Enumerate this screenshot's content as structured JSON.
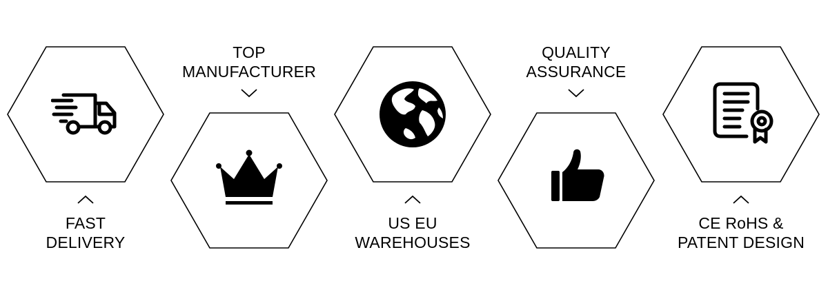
{
  "features": [
    {
      "id": "fast-delivery",
      "label_lines": [
        "FAST",
        "DELIVERY"
      ],
      "icon": "delivery-truck-icon",
      "chevron": "up"
    },
    {
      "id": "top-manufacturer",
      "label_lines": [
        "TOP",
        "MANUFACTURER"
      ],
      "icon": "crown-icon",
      "chevron": "down"
    },
    {
      "id": "us-eu-warehouses",
      "label_lines": [
        "US EU",
        "WAREHOUSES"
      ],
      "icon": "globe-icon",
      "chevron": "up"
    },
    {
      "id": "quality-assurance",
      "label_lines": [
        "QUALITY",
        "ASSURANCE"
      ],
      "icon": "thumbs-up-icon",
      "chevron": "down"
    },
    {
      "id": "ce-rohs-patent",
      "label_lines": [
        "CE RoHS &",
        "PATENT DESIGN"
      ],
      "icon": "certificate-icon",
      "chevron": "up"
    }
  ],
  "colors": {
    "background": "#ffffff",
    "stroke": "#000000",
    "text": "#000000"
  }
}
